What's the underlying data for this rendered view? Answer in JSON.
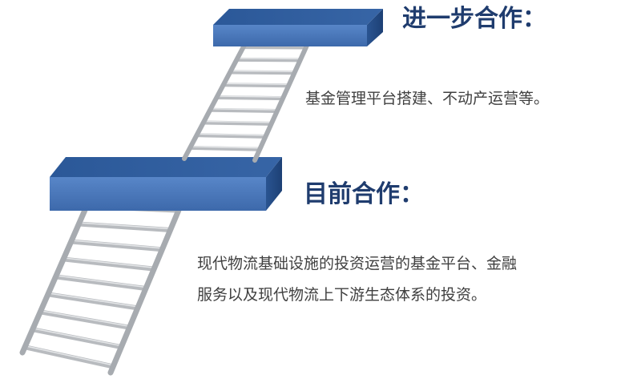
{
  "colors": {
    "heading": "#1f3c6e",
    "body_text": "#404040",
    "platform_front": "#4a78bd",
    "platform_top": "#2f5e9f",
    "platform_side": "#234a80",
    "ladder_rail": "#a9adb2",
    "ladder_rung": "#b8bbbf"
  },
  "next_step": {
    "heading": "进一步合作：",
    "description": "基金管理平台搭建、不动产运营等。"
  },
  "current": {
    "heading": "目前合作：",
    "description_lines": [
      "现代物流基础设施的投资运营的基金平台、金融",
      "服务以及现代物流上下游生态体系的投资。"
    ]
  }
}
